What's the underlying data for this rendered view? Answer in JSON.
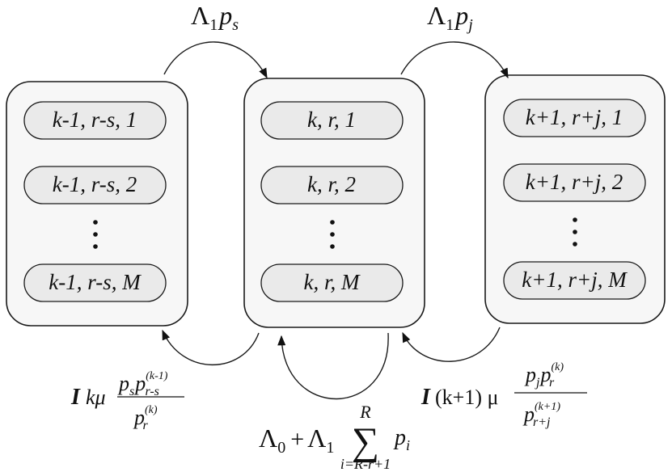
{
  "groups": [
    {
      "states": [
        "k-1, r-s, 1",
        "k-1, r-s, 2",
        "k-1, r-s, M"
      ]
    },
    {
      "states": [
        "k, r, 1",
        "k, r, 2",
        "k, r, M"
      ]
    },
    {
      "states": [
        "k+1, r+j, 1",
        "k+1, r+j, 2",
        "k+1, r+j, M"
      ]
    }
  ],
  "transitions": {
    "arrival_left": {
      "lambda_sym": "Λ",
      "lambda_sub": "1",
      "p": "p",
      "p_sub": "s"
    },
    "arrival_right": {
      "lambda_sym": "Λ",
      "lambda_sub": "1",
      "p": "p",
      "p_sub": "j"
    },
    "service_left": {
      "indicator": "I",
      "rate": "kμ",
      "num_p1": "p",
      "num_p1_sub": "s",
      "num_p2": "p",
      "num_p2_sub": "r-s",
      "num_p2_sup": "(k-1)",
      "den_p": "p",
      "den_p_sub": "r",
      "den_p_sup": "(k)"
    },
    "service_right": {
      "indicator": "I",
      "rate": "(k+1) μ",
      "num_p1": "p",
      "num_p1_sub": "j",
      "num_p2": "p",
      "num_p2_sub": "r",
      "num_p2_sup": "(k)",
      "den_p": "p",
      "den_p_sub": "r+j",
      "den_p_sup": "(k+1)"
    },
    "self_loop": {
      "term1": "Λ",
      "term1_sub": "0",
      "plus": "+",
      "term2": "Λ",
      "term2_sub": "1",
      "sum_symbol": "∑",
      "sum_upper": "R",
      "sum_lower": "i=R-r+1",
      "summand": "p",
      "summand_sub": "i"
    }
  }
}
